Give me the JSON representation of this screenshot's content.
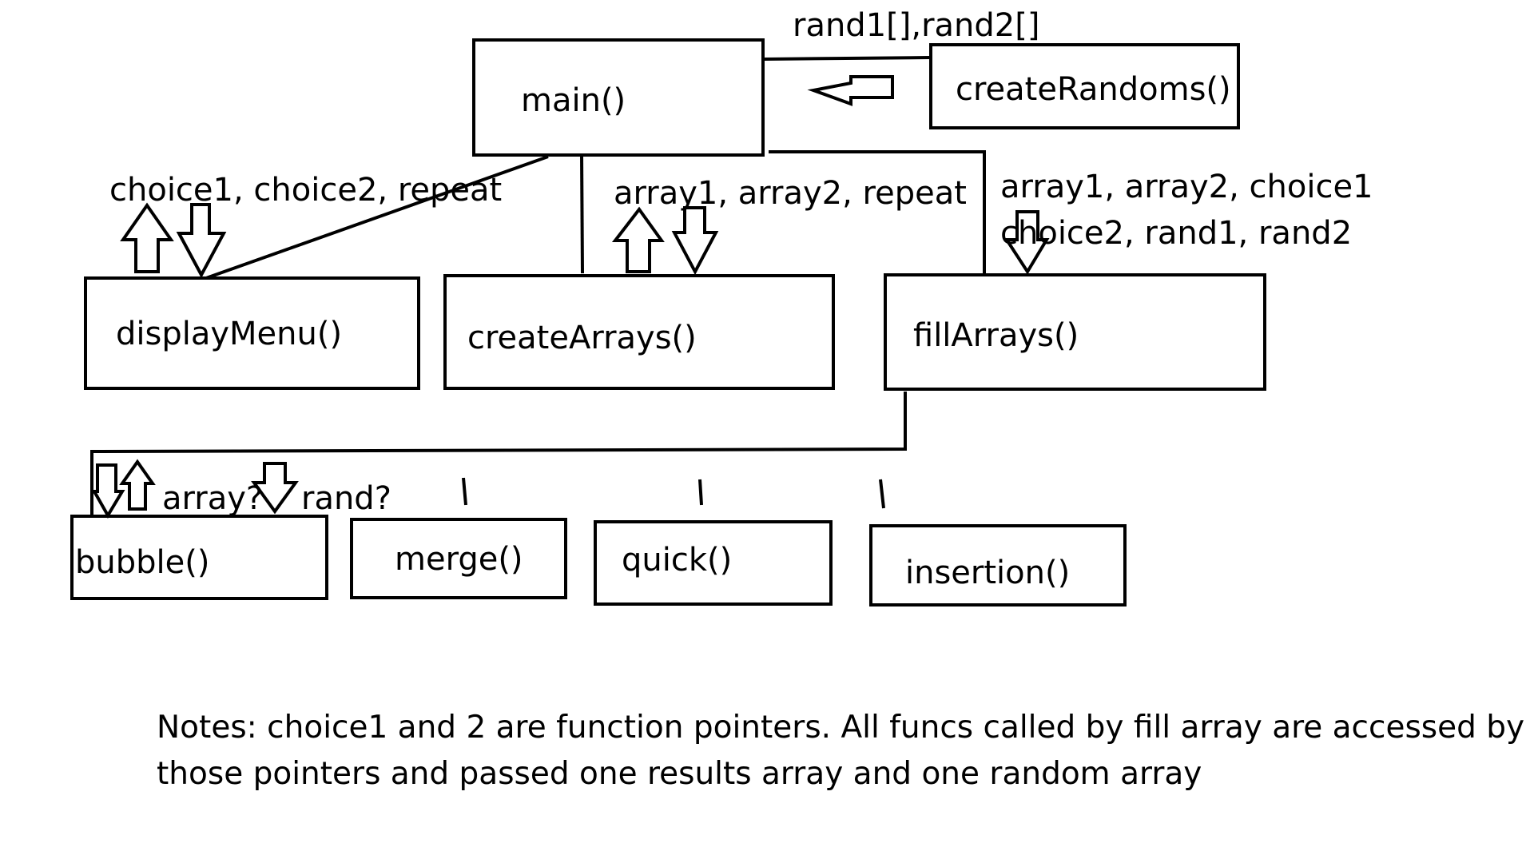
{
  "boxes": {
    "main": "main()",
    "create_randoms": "createRandoms()",
    "display_menu": "displayMenu()",
    "create_arrays": "createArrays()",
    "fill_arrays": "fillArrays()",
    "bubble": "bubble()",
    "merge": "merge()",
    "quick": "quick()",
    "insertion": "insertion()"
  },
  "edge_labels": {
    "randoms": "rand1[],rand2[]",
    "display_menu": "choice1, choice2, repeat",
    "create_arrays": "array1, array2, repeat",
    "fill_arrays_line1": "array1, array2, choice1",
    "fill_arrays_line2": "choice2, rand1, rand2",
    "bubble_array": "array?",
    "bubble_rand": "rand?"
  },
  "notes": {
    "line1": "Notes: choice1 and 2 are function pointers. All funcs called by fill array are accessed by",
    "line2": "those pointers and passed one results array and one random array"
  }
}
